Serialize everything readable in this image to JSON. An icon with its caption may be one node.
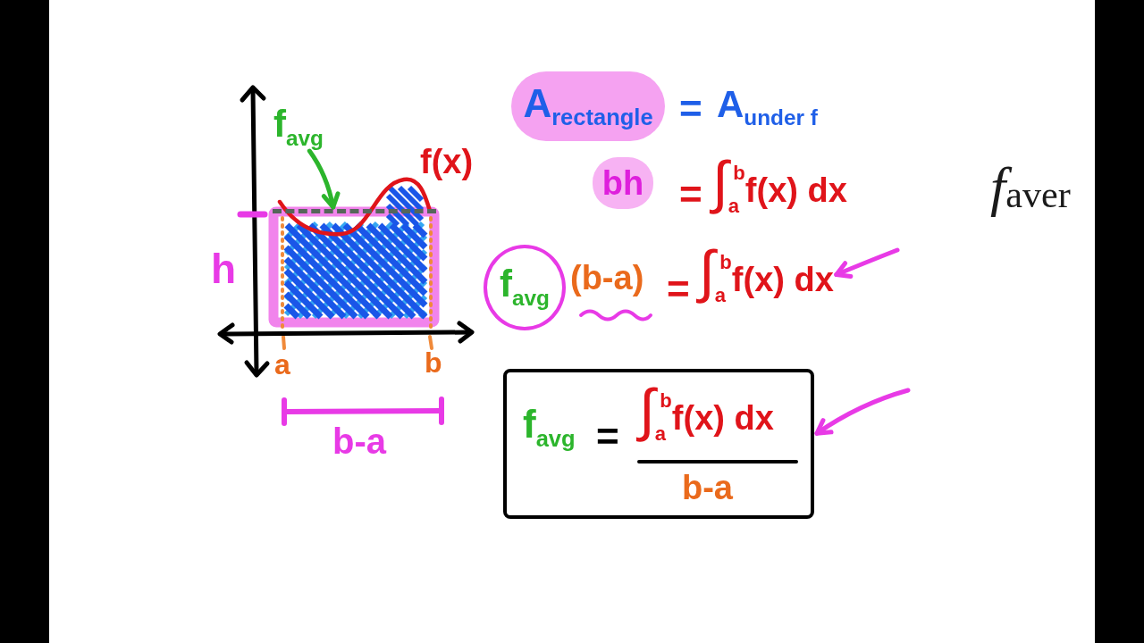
{
  "diagram": {
    "nodes": [
      {
        "text": [
          "f$_{avg}$"
        ]
      },
      {
        "text": [],
        "shape": "line"
      },
      {
        "text": [
          "A$_{rectangle}$"
        ]
      },
      {
        "text": [
          "bh"
        ]
      },
      {
        "text": [
          "f$_{avg}$"
        ]
      },
      {
        "text": [
          "∫$_{a}$$^{b}$f(x) dx"
        ]
      },
      {
        "text": [
          "f$_{avg}$",
          "=",
          "∫$_{a}$$^{b}$f(x) dx",
          "b-a"
        ]
      }
    ],
    "edges": [
      {
        "from": 0,
        "to": 1,
        "arrow": "to",
        "color": "#2cb52c"
      },
      {
        "from": null,
        "to": 5,
        "arrow": "to"
      },
      {
        "from": null,
        "to": 6,
        "arrow": "to"
      }
    ],
    "labels": [
      "f(x)",
      "h",
      "a",
      "b",
      "b-a",
      "=",
      "A$_{under f}$",
      "=",
      "∫$_{a}$$^{b}$f(x) dx",
      "(b-a)",
      "=",
      "*f*$_{aver}$"
    ]
  }
}
